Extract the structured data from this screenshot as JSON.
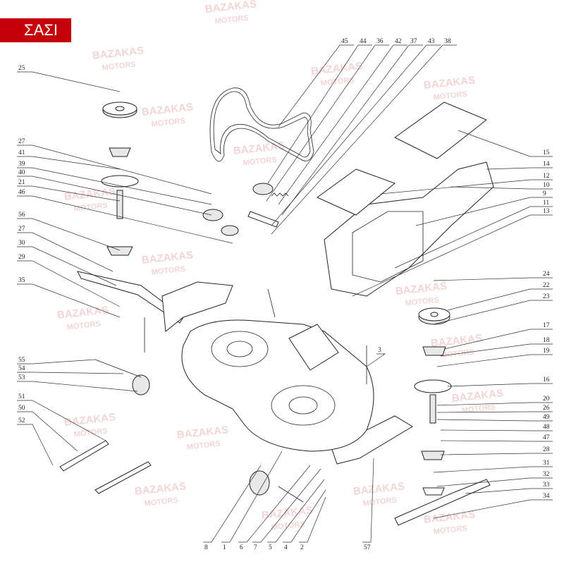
{
  "header": {
    "title": "ΣΑΣΙ"
  },
  "watermark": {
    "line1": "BAZAKAS",
    "line2": "MOTORS"
  },
  "diagram": {
    "part_labels": [
      "25",
      "27",
      "41",
      "39",
      "40",
      "21",
      "46",
      "56",
      "27",
      "30",
      "29",
      "35",
      "55",
      "54",
      "53",
      "51",
      "50",
      "52",
      "45",
      "44",
      "36",
      "42",
      "37",
      "43",
      "38",
      "15",
      "14",
      "12",
      "10",
      "9",
      "11",
      "13",
      "24",
      "22",
      "23",
      "17",
      "18",
      "19",
      "3",
      "16",
      "20",
      "26",
      "49",
      "48",
      "47",
      "28",
      "31",
      "32",
      "33",
      "34",
      "8",
      "1",
      "6",
      "7",
      "5",
      "4",
      "2",
      "57"
    ]
  }
}
